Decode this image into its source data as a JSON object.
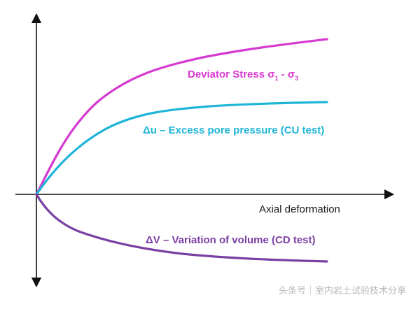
{
  "diagram": {
    "x_axis_label": "Axial deformation",
    "curves": [
      {
        "id": "deviator",
        "label_main": "Deviator Stress σ",
        "sub1": "1",
        "label_mid": " - σ",
        "sub2": "3",
        "color": "#d63ad0"
      },
      {
        "id": "pore",
        "label": "Δu – Excess pore pressure (CU test)",
        "color": "#1fb5d8"
      },
      {
        "id": "volume",
        "label": "ΔV – Variation of volume (CD test)",
        "color": "#7a3fa3"
      }
    ],
    "axis_color": "#111111"
  },
  "watermark": "头条号｜室内岩土试验技术分享"
}
